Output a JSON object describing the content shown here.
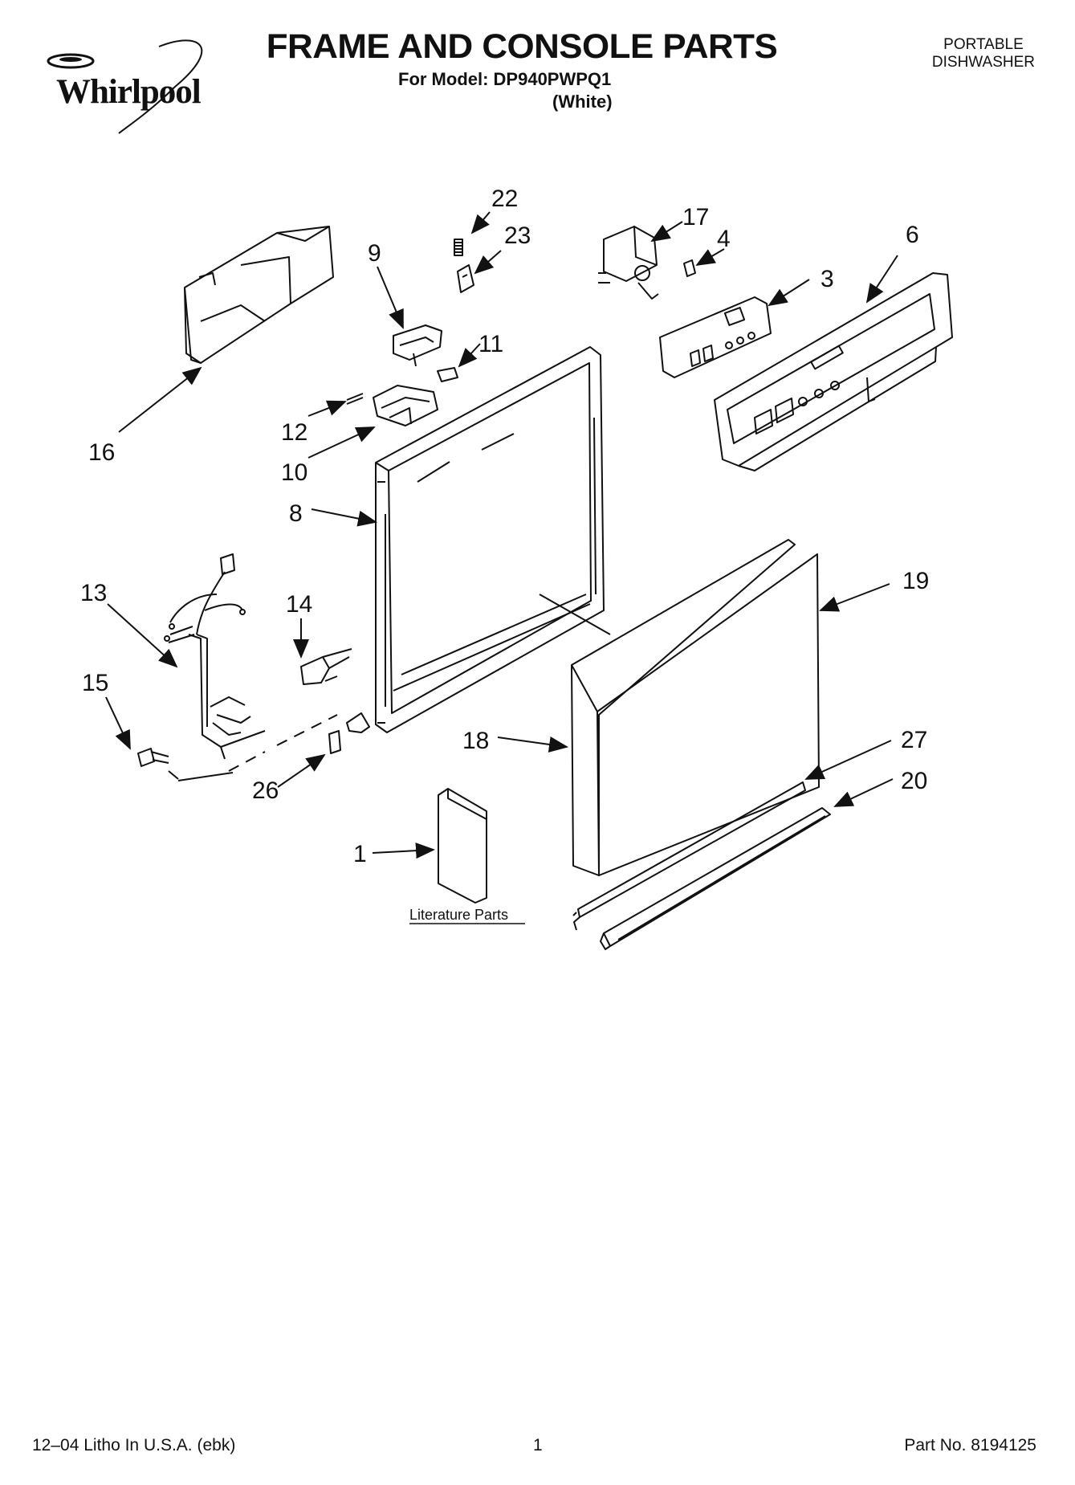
{
  "brand": "Whirlpool",
  "header": {
    "title": "FRAME AND CONSOLE PARTS",
    "model_line": "For Model: DP940PWPQ1",
    "variant": "(White)",
    "product_type_line1": "PORTABLE",
    "product_type_line2": "DISHWASHER"
  },
  "diagram": {
    "callouts": [
      "22",
      "23",
      "17",
      "4",
      "6",
      "9",
      "3",
      "11",
      "16",
      "12",
      "10",
      "8",
      "13",
      "14",
      "19",
      "15",
      "18",
      "27",
      "20",
      "26",
      "1"
    ],
    "literature_label": "Literature Parts"
  },
  "footer": {
    "print_info": "12–04 Litho In U.S.A. (ebk)",
    "page_number": "1",
    "part_number": "Part No. 8194125"
  },
  "colors": {
    "ink": "#111111",
    "paper": "#ffffff"
  }
}
